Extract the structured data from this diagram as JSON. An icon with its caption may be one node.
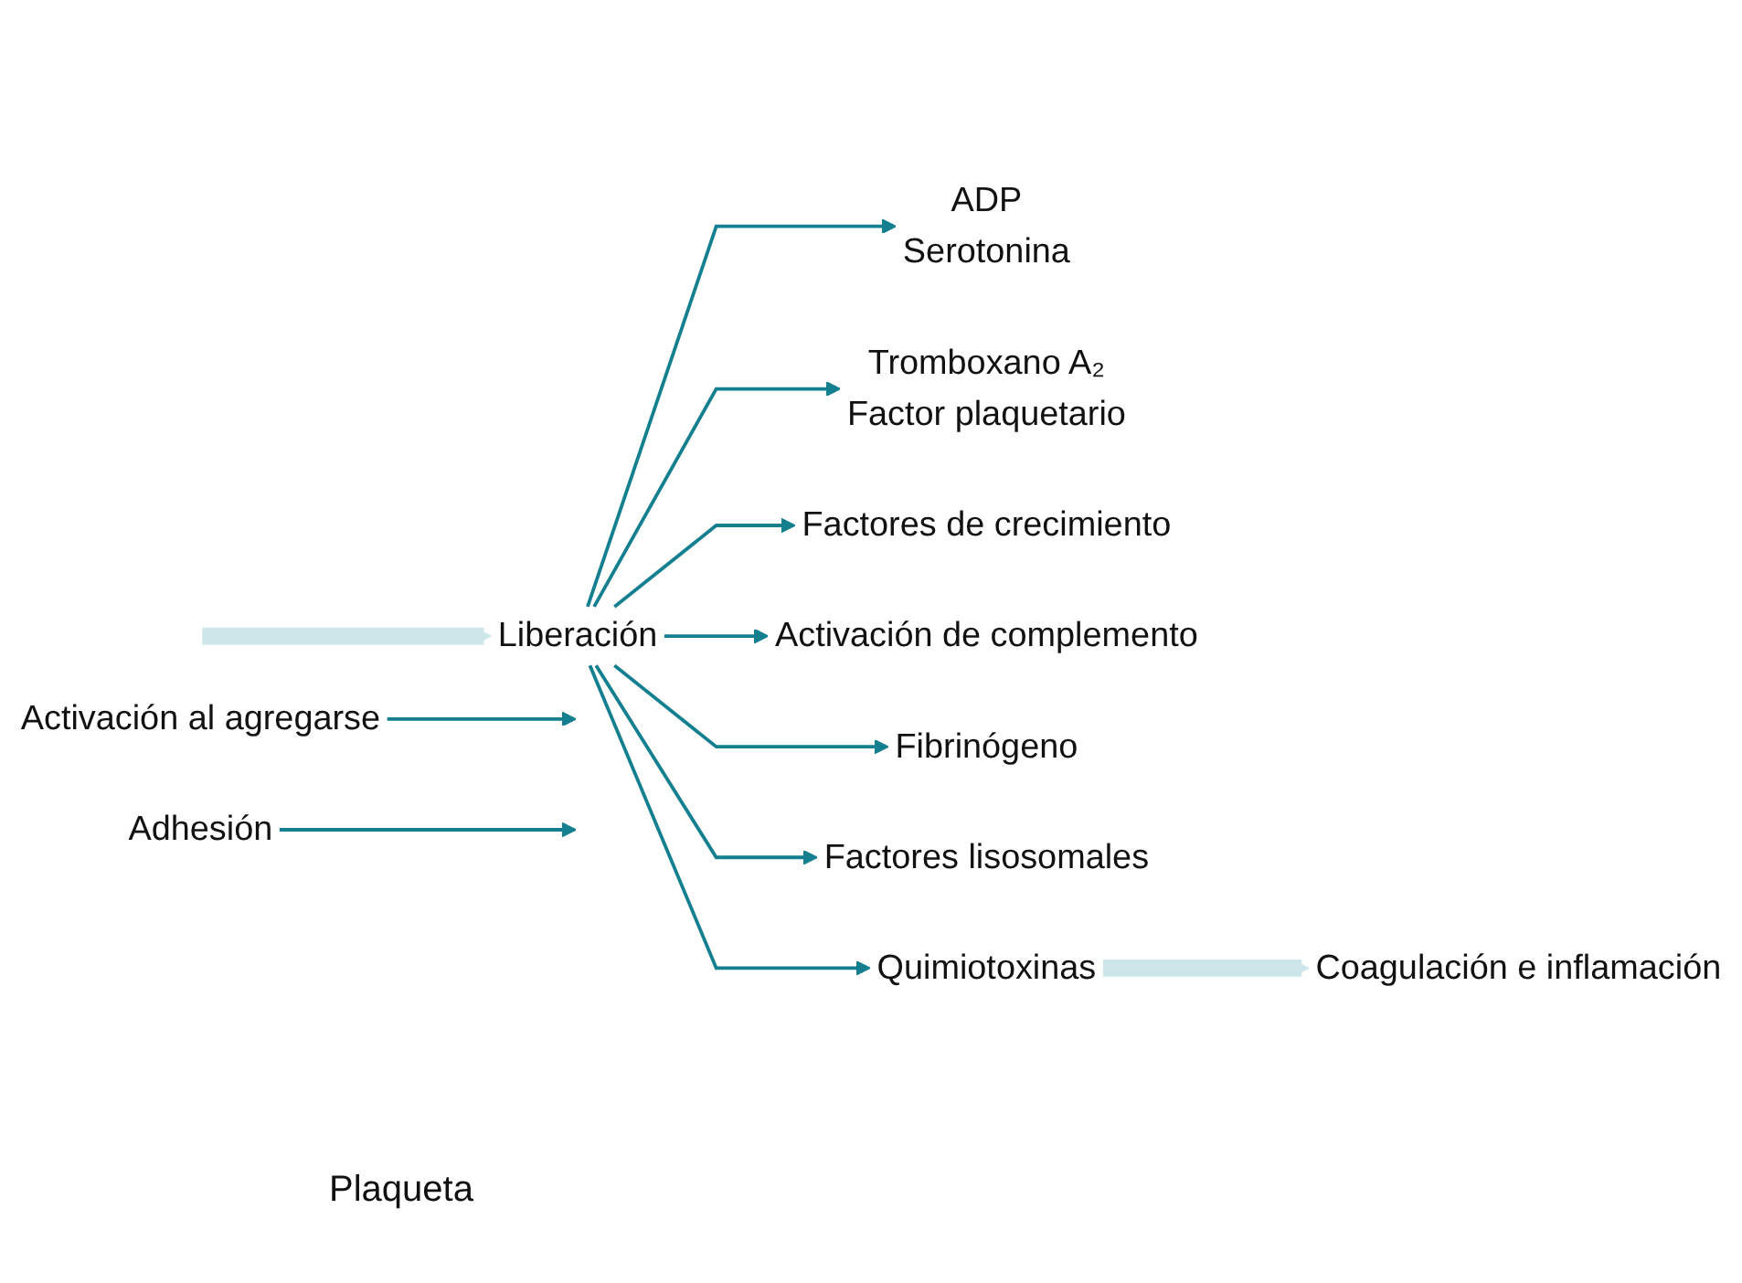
{
  "diagram": {
    "nodes": [
      {
        "text": [
          "Activación al agregarse"
        ]
      },
      {
        "text": [
          "Adhesión"
        ]
      },
      {
        "text": [
          "Liberación"
        ]
      },
      {
        "text": [
          "ADP",
          "Serotonina"
        ]
      },
      {
        "text": [
          "Tromboxano A₂",
          "Factor plaquetario"
        ]
      },
      {
        "text": [
          "Factores de crecimiento"
        ]
      },
      {
        "text": [
          "Activación de complemento"
        ]
      },
      {
        "text": [
          "Fibrinógeno"
        ]
      },
      {
        "text": [
          "Factores lisosomales"
        ]
      },
      {
        "text": [
          "Quimiotoxinas"
        ]
      },
      {
        "text": [
          "Coagulación e inflamación"
        ]
      }
    ],
    "edges": [
      {
        "from": 0,
        "to": null,
        "arrow": "to"
      },
      {
        "from": 1,
        "to": null,
        "arrow": "to"
      },
      {
        "from": null,
        "to": 2,
        "arrow": "to",
        "style": "thick",
        "color": "#cde6e9"
      },
      {
        "from": 2,
        "to": 3,
        "arrow": "to"
      },
      {
        "from": 2,
        "to": 4,
        "arrow": "to"
      },
      {
        "from": 2,
        "to": 5,
        "arrow": "to"
      },
      {
        "from": 2,
        "to": 6,
        "arrow": "to"
      },
      {
        "from": 2,
        "to": 7,
        "arrow": "to"
      },
      {
        "from": 2,
        "to": 8,
        "arrow": "to"
      },
      {
        "from": 2,
        "to": 9,
        "arrow": "to"
      },
      {
        "from": 9,
        "to": 10,
        "arrow": "to",
        "style": "thick",
        "color": "#cde6e9"
      }
    ],
    "labels": [
      "Plaqueta"
    ]
  }
}
